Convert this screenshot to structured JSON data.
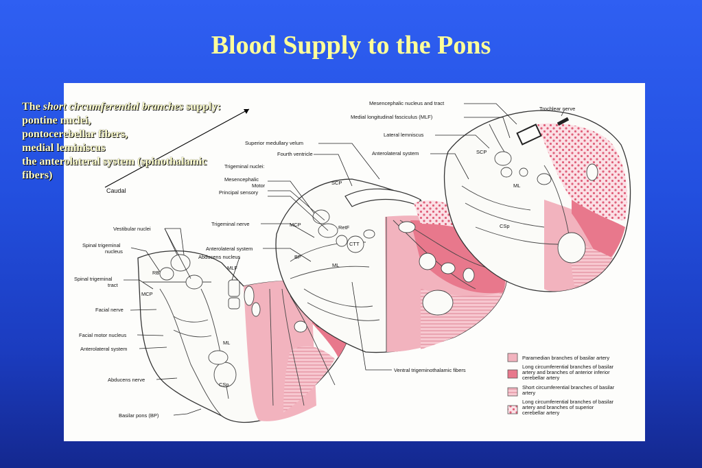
{
  "slide": {
    "title": "Blood Supply to the Pons"
  },
  "caption": {
    "line1_prefix": "The ",
    "line1_italic": "short circumferential branches",
    "line1_suffix": " supply:",
    "items": [
      "pontine nuclei,",
      "pontocerebellar fibers,",
      "medial leminiscus",
      "the anterolateral system (spinothalamic",
      "fibers)"
    ]
  },
  "diagram": {
    "labels": {
      "caudal": "Caudal",
      "mesencephalic_nucleus_tract": "Mesencephalic nucleus and tract",
      "trochlear_nerve": "Trochlear nerve",
      "mlf_full": "Medial longitudinal fasciculus (MLF)",
      "lateral_lemniscus": "Lateral lemniscus",
      "anterolateral_system_top": "Anterolateral system",
      "superior_medullary_velum": "Superior medullary velum",
      "fourth_ventricle": "Fourth ventricle",
      "trigeminal_nuclei": "Trigeminal nuclei:",
      "mesencephalic": "Mesencephalic",
      "motor": "Motor",
      "principal_sensory": "Principal sensory",
      "trigeminal_nerve": "Trigeminal nerve",
      "anterolateral_system_mid": "Anterolateral system",
      "abducens_nucleus": "Abducens nucleus",
      "vestibular_nuclei": "Vestibular nuclei",
      "spinal_trigeminal_nucleus_1": "Spinal trigeminal",
      "spinal_trigeminal_nucleus_2": "nucleus",
      "spinal_trigeminal_tract_1": "Spinal trigeminal",
      "spinal_trigeminal_tract_2": "tract",
      "facial_nerve": "Facial nerve",
      "facial_motor_nucleus": "Facial motor nucleus",
      "anterolateral_system_low": "Anterolateral system",
      "abducens_nerve": "Abducens nerve",
      "basilar_pons": "Basilar pons (BP)",
      "ventral_trigeminothalamic": "Ventral trigeminothalamic fibers",
      "abbr_scp": "SCP",
      "abbr_ml": "ML",
      "abbr_csp": "CSp",
      "abbr_mcp": "MCP",
      "abbr_retf": "RetF",
      "abbr_ctt": "CTT",
      "abbr_bp": "BP",
      "abbr_rb": "RB",
      "abbr_mlf": "MLF"
    },
    "legend": [
      {
        "label_lines": [
          "Paramedian branches of basilar artery"
        ],
        "pattern": "solid-light",
        "color": "#f2b3be"
      },
      {
        "label_lines": [
          "Long circumferential branches of basilar",
          "artery and branches of anterior inferior",
          "cerebellar artery"
        ],
        "pattern": "solid-dark",
        "color": "#e8788c"
      },
      {
        "label_lines": [
          "Short circumferential branches of basilar",
          "artery"
        ],
        "pattern": "hatched",
        "color": "#f0a6b4"
      },
      {
        "label_lines": [
          "Long circumferential branches of basilar",
          "artery and branches of superior",
          "cerebellar artery"
        ],
        "pattern": "dotted",
        "color": "#ee8799"
      }
    ],
    "colors": {
      "paramedian": "#f2b3be",
      "long_aica": "#e8788c",
      "short_circ": "#f0a6b4",
      "long_sca_dots": "#ee8799"
    }
  }
}
